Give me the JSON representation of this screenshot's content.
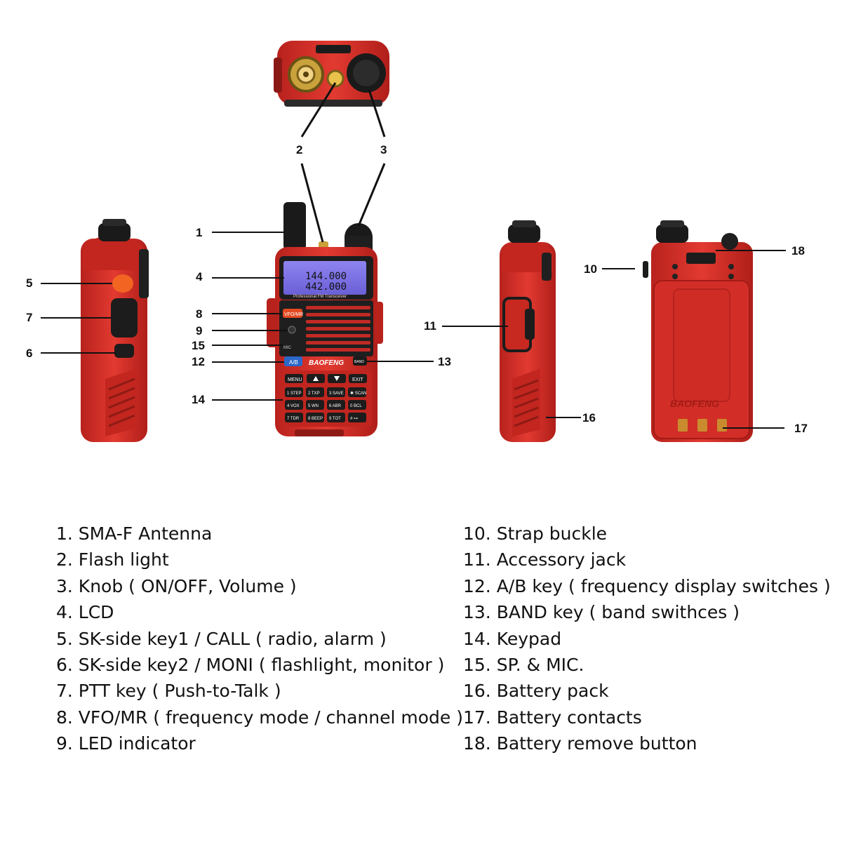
{
  "lcd": {
    "line1": "144.000",
    "line2": "442.000"
  },
  "device": {
    "brand": "BAOFENG",
    "subtitle": "Professional FM Transceiver",
    "keys": {
      "menu": "MENU",
      "exit": "EXIT",
      "vfo_mr": "VFO/MR",
      "ab": "A/B",
      "band": "BAND",
      "mic_label": "MIC"
    },
    "keypad": [
      [
        "1 STEP",
        "2 TXP",
        "3 SAVE",
        "✱ SCAN"
      ],
      [
        "4 VOX",
        "5 WN",
        "6 ABR",
        "0 BCL"
      ],
      [
        "7 TDR",
        "8 BEEP",
        "9 TOT",
        "# ⊶"
      ]
    ]
  },
  "callouts": {
    "c1": "1",
    "c2": "2",
    "c3": "3",
    "c4": "4",
    "c5": "5",
    "c6": "6",
    "c7": "7",
    "c8": "8",
    "c9": "9",
    "c10": "10",
    "c11": "11",
    "c12": "12",
    "c13": "13",
    "c14": "14",
    "c15": "15",
    "c16": "16",
    "c17": "17",
    "c18": "18"
  },
  "legend_left": [
    "1. SMA-F Antenna",
    "2. Flash light",
    "3. Knob ( ON/OFF, Volume )",
    "4. LCD",
    "5. SK-side key1 / CALL ( radio, alarm )",
    "6. SK-side key2 / MONI ( flashlight, monitor )",
    "7. PTT key ( Push-to-Talk )",
    "8. VFO/MR ( frequency mode / channel mode )",
    "9. LED indicator"
  ],
  "legend_right": [
    "10. Strap buckle",
    "11. Accessory jack",
    "12. A/B key ( frequency display switches )",
    "13. BAND key ( band swithces )",
    "14. Keypad",
    "15. SP. & MIC.",
    "16. Battery pack",
    "17. Battery contacts",
    "18. Battery remove button"
  ],
  "colors": {
    "body_red": "#d8302a",
    "dark_red": "#a81d18",
    "lcd": "#7b6fe0",
    "knob": "#1a1a1a",
    "text": "#111111"
  }
}
